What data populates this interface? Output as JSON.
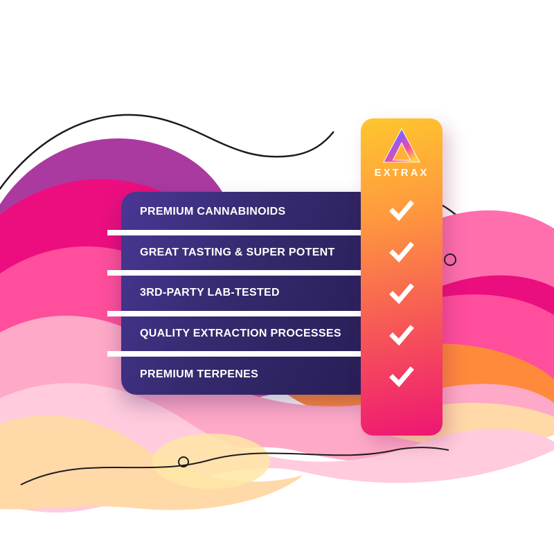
{
  "brand": {
    "name": "EXTRAX",
    "logo_icon": "extrax-triangle-logo-icon"
  },
  "features": [
    {
      "label": "PREMIUM CANNABINOIDS",
      "checked": true
    },
    {
      "label": "GREAT TASTING & SUPER POTENT",
      "checked": true
    },
    {
      "label": "3RD-PARTY LAB-TESTED",
      "checked": true
    },
    {
      "label": "QUALITY EXTRACTION PROCESSES",
      "checked": true
    },
    {
      "label": "PREMIUM TERPENES",
      "checked": true
    }
  ],
  "checkmarks": {
    "count": 5,
    "icon": "check-icon",
    "color": "#FFFFFF"
  },
  "colors": {
    "panel_gradient_start": "#4A3796",
    "panel_gradient_end": "#271D55",
    "column_gradient_top": "#FFC62E",
    "column_gradient_bottom": "#EE1673",
    "separator": "#FFFFFF",
    "text": "#FFFFFF",
    "wave_magenta": "#EC0E7F",
    "wave_hot_pink": "#FF4E9C",
    "wave_soft_pink": "#FFA9C8",
    "wave_pale_pink": "#FFCBDD",
    "wave_orange": "#FF8A3C",
    "wave_peach": "#FFD9A8",
    "wave_purple": "#AA3AA0"
  }
}
